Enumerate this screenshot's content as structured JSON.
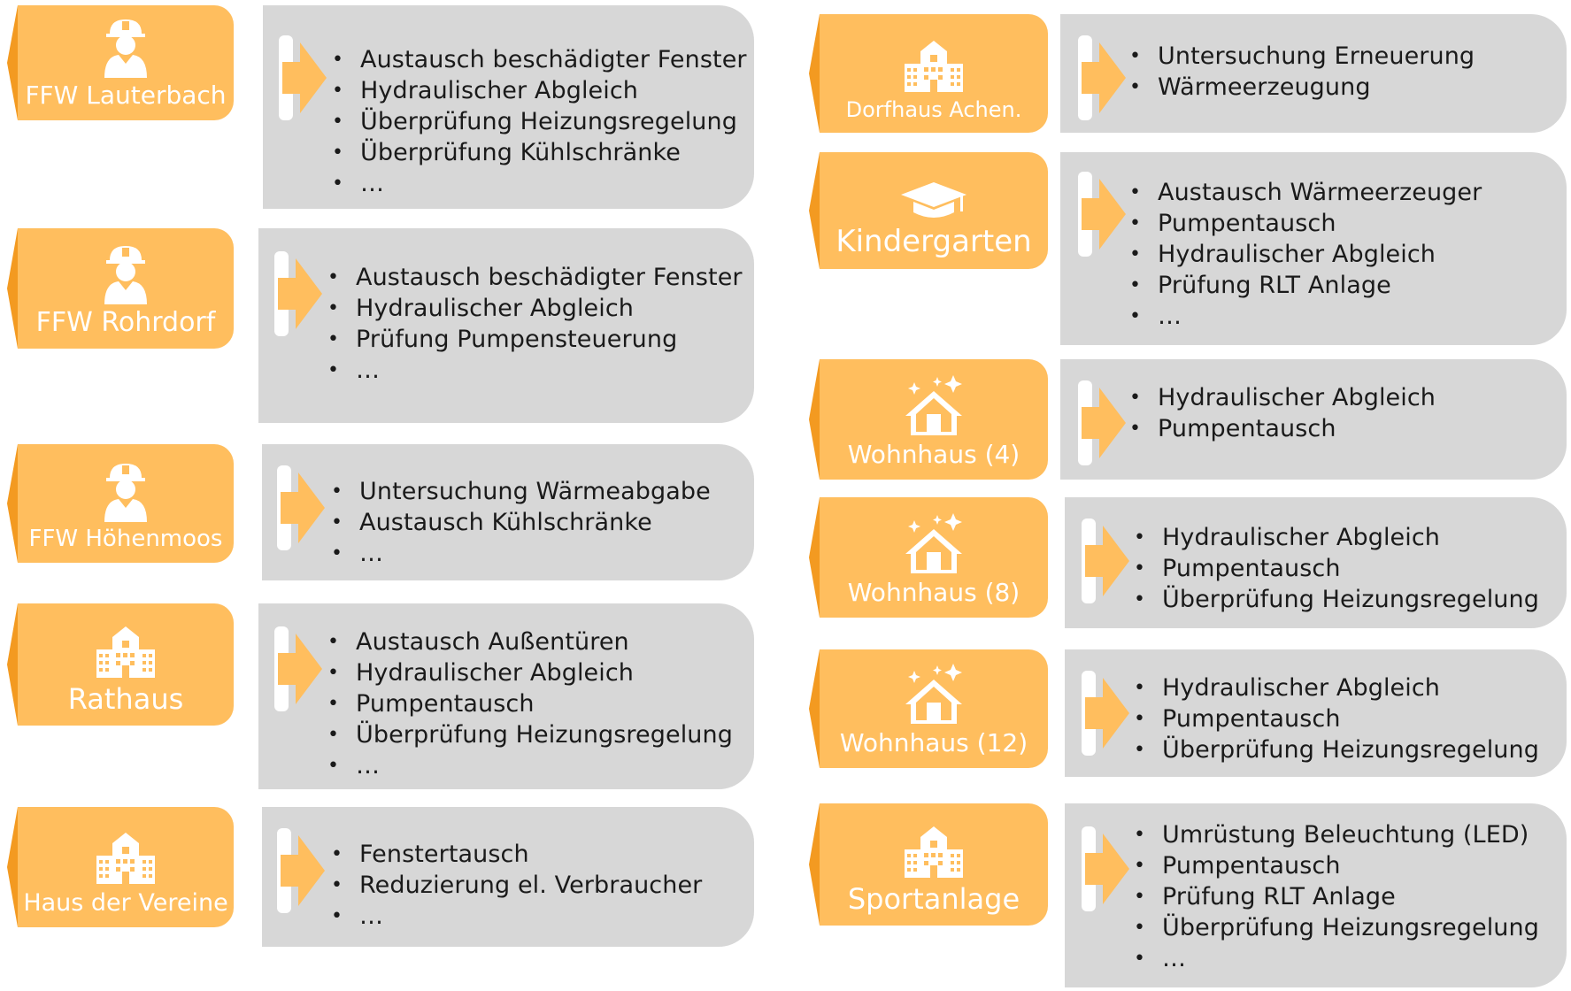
{
  "colors": {
    "tag": "#FFBE5E",
    "tag_edge": "#F39A21",
    "panel": "#D7D7D7",
    "arrow": "#FFBE5E",
    "text": "#1a1a1a",
    "label": "#ffffff"
  },
  "left": [
    {
      "label": "FFW Lauterbach",
      "icon": "firefighter-icon",
      "items": [
        "Austausch beschädigter Fenster",
        "Hydraulischer Abgleich",
        "Überprüfung Heizungsregelung",
        "Überprüfung Kühlschränke",
        "…"
      ]
    },
    {
      "label": "FFW Rohrdorf",
      "icon": "firefighter-icon",
      "items": [
        "Austausch beschädigter Fenster",
        "Hydraulischer Abgleich",
        "Prüfung Pumpensteuerung",
        "…"
      ]
    },
    {
      "label": "FFW Höhenmoos",
      "icon": "firefighter-icon",
      "items": [
        "Untersuchung Wärmeabgabe",
        "Austausch Kühlschränke",
        "…"
      ]
    },
    {
      "label": "Rathaus",
      "icon": "public-building-icon",
      "items": [
        "Austausch Außentüren",
        "Hydraulischer Abgleich",
        "Pumpentausch",
        "Überprüfung Heizungsregelung",
        "…"
      ]
    },
    {
      "label": "Haus der Vereine",
      "icon": "public-building-icon",
      "items": [
        "Fenstertausch",
        "Reduzierung el. Verbraucher",
        "…"
      ]
    }
  ],
  "right": [
    {
      "label": "Dorfhaus Achen.",
      "icon": "public-building-icon",
      "items": [
        "Untersuchung Erneuerung",
        "Wärmeerzeugung"
      ]
    },
    {
      "label": "Kindergarten",
      "icon": "graduation-cap-icon",
      "items": [
        "Austausch Wärmeerzeuger",
        "Pumpentausch",
        "Hydraulischer Abgleich",
        "Prüfung RLT Anlage",
        "…"
      ]
    },
    {
      "label": "Wohnhaus (4)",
      "icon": "sparkling-house-icon",
      "items": [
        "Hydraulischer Abgleich",
        "Pumpentausch"
      ]
    },
    {
      "label": "Wohnhaus (8)",
      "icon": "sparkling-house-icon",
      "items": [
        "Hydraulischer Abgleich",
        "Pumpentausch",
        "Überprüfung Heizungsregelung"
      ]
    },
    {
      "label": "Wohnhaus (12)",
      "icon": "sparkling-house-icon",
      "items": [
        "Hydraulischer Abgleich",
        "Pumpentausch",
        "Überprüfung Heizungsregelung"
      ]
    },
    {
      "label": "Sportanlage",
      "icon": "public-building-icon",
      "items": [
        "Umrüstung Beleuchtung (LED)",
        "Pumpentausch",
        "Prüfung RLT Anlage",
        "Überprüfung Heizungsregelung",
        "…"
      ]
    }
  ]
}
